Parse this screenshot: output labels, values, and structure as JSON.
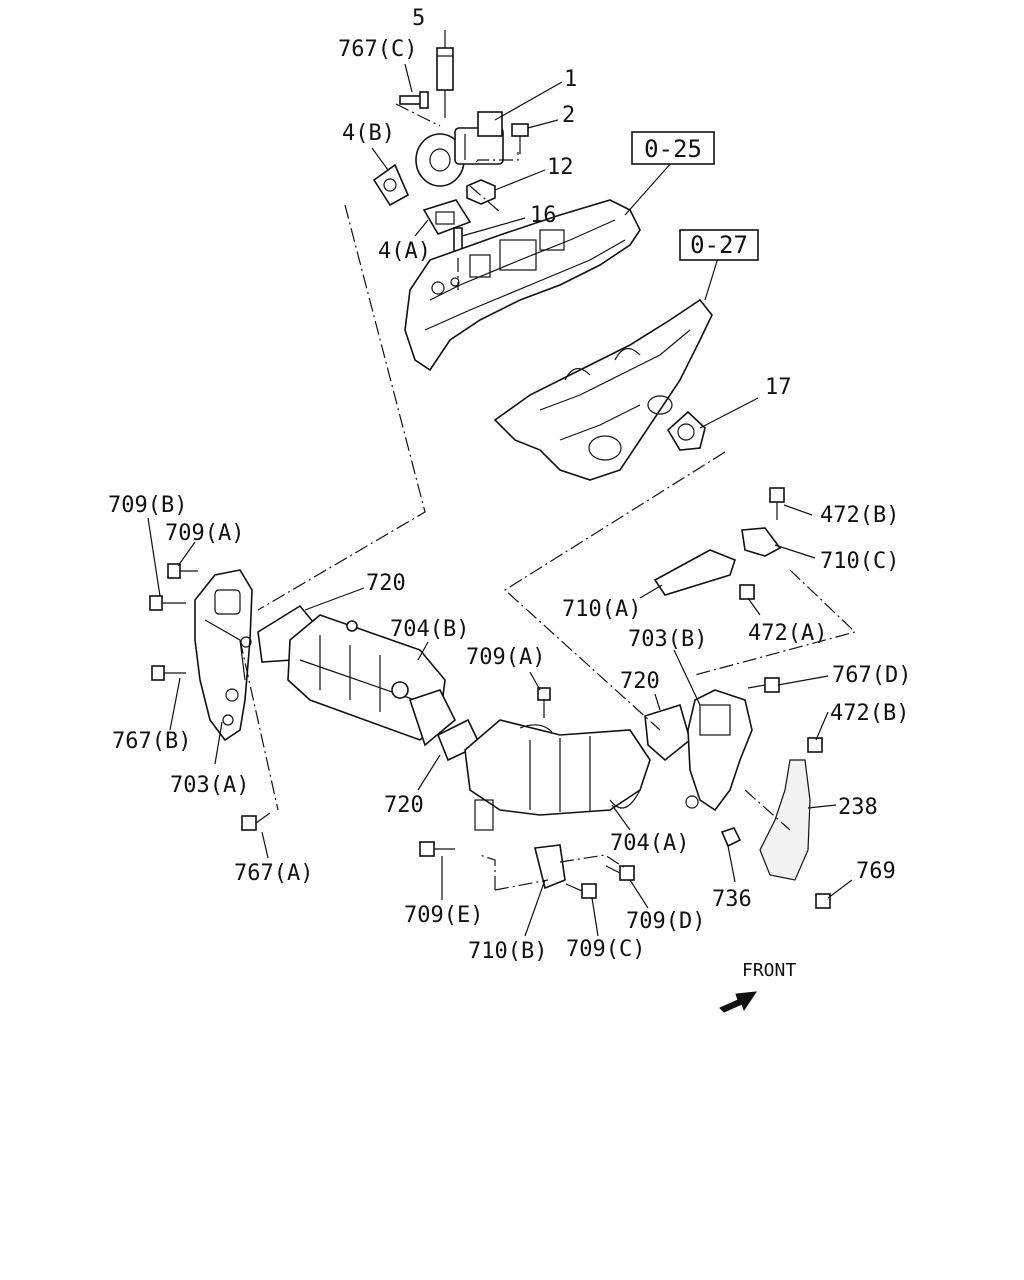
{
  "labels": {
    "l5": "5",
    "l767c": "767(C)",
    "l1": "1",
    "l2": "2",
    "l4b": "4(B)",
    "l12": "12",
    "l16": "16",
    "l4a": "4(A)",
    "l025": "0-25",
    "l027": "0-27",
    "l17": "17",
    "l709b": "709(B)",
    "l709a_left": "709(A)",
    "l720_top": "720",
    "l704b": "704(B)",
    "l472b_top": "472(B)",
    "l710c": "710(C)",
    "l710a": "710(A)",
    "l703b": "703(B)",
    "l472a": "472(A)",
    "l709a_mid": "709(A)",
    "l720_mid": "720",
    "l767d": "767(D)",
    "l472b_mid": "472(B)",
    "l767b": "767(B)",
    "l703a": "703(A)",
    "l720_low": "720",
    "l238": "238",
    "l704a": "704(A)",
    "l767a": "767(A)",
    "l736": "736",
    "l769": "769",
    "l709e": "709(E)",
    "l709d": "709(D)",
    "l710b": "710(B)",
    "l709c": "709(C)",
    "front": "FRONT"
  },
  "icons": {
    "front_arrow": "front-arrow-icon"
  }
}
